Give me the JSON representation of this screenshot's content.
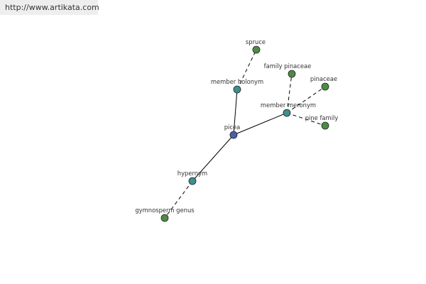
{
  "watermark": {
    "url": "http://www.artikata.com"
  },
  "colors": {
    "root_fill": "#4b5ea6",
    "relation_fill": "#3f8f8f",
    "leaf_fill": "#4f8a46",
    "node_stroke": "#222222",
    "edge": "#000000",
    "label": "#333333"
  },
  "graph": {
    "nodes": {
      "root": {
        "label": "picea",
        "kind": "root"
      },
      "member_holonym": {
        "label": "member holonym",
        "kind": "relation"
      },
      "member_meronym": {
        "label": "member meronym",
        "kind": "relation"
      },
      "hypernym": {
        "label": "hypernym",
        "kind": "relation"
      },
      "spruce": {
        "label": "spruce",
        "kind": "leaf"
      },
      "family_pinaceae": {
        "label": "family pinaceae",
        "kind": "leaf"
      },
      "pinaceae": {
        "label": "pinaceae",
        "kind": "leaf"
      },
      "pine_family": {
        "label": "pine family",
        "kind": "leaf"
      },
      "gymnosperm_genus": {
        "label": "gymnosperm genus",
        "kind": "leaf"
      }
    },
    "edges": [
      {
        "from": "root",
        "to": "member_holonym",
        "style": "solid"
      },
      {
        "from": "root",
        "to": "member_meronym",
        "style": "solid"
      },
      {
        "from": "root",
        "to": "hypernym",
        "style": "solid"
      },
      {
        "from": "member_holonym",
        "to": "spruce",
        "style": "dashed"
      },
      {
        "from": "member_meronym",
        "to": "family_pinaceae",
        "style": "dashed"
      },
      {
        "from": "member_meronym",
        "to": "pinaceae",
        "style": "dashed"
      },
      {
        "from": "member_meronym",
        "to": "pine_family",
        "style": "dashed"
      },
      {
        "from": "hypernym",
        "to": "gymnosperm_genus",
        "style": "dashed"
      }
    ]
  }
}
